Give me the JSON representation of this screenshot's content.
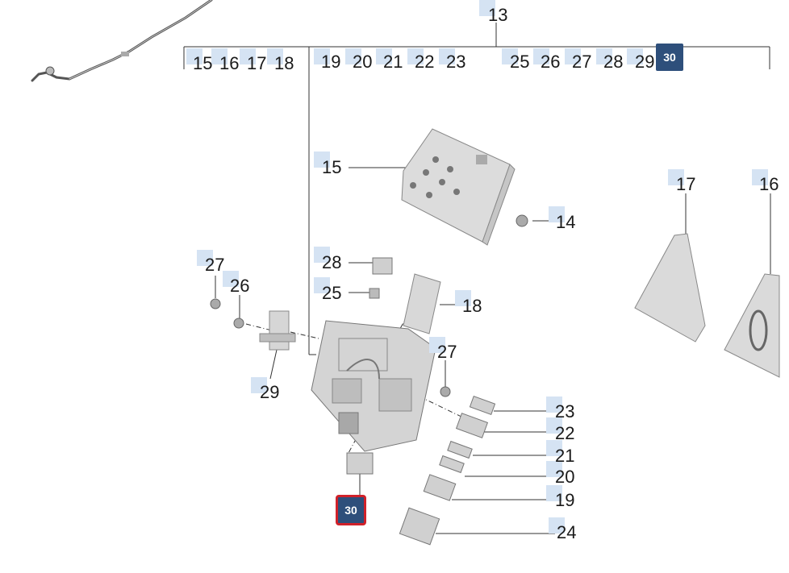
{
  "diagram": {
    "labels": {
      "top_13": "13",
      "top_15": "15",
      "top_16": "16",
      "top_17": "17",
      "top_18": "18",
      "top_19": "19",
      "top_20": "20",
      "top_21": "21",
      "top_22": "22",
      "top_23": "23",
      "top_25": "25",
      "top_26": "26",
      "top_27": "27",
      "top_28": "28",
      "top_29": "29",
      "p15": "15",
      "p14": "14",
      "p17": "17",
      "p16": "16",
      "p27a": "27",
      "p26": "26",
      "p29": "29",
      "p28": "28",
      "p25": "25",
      "p18": "18",
      "p27b": "27",
      "p23": "23",
      "p22": "22",
      "p21": "21",
      "p20": "20",
      "p19": "19",
      "p24": "24"
    },
    "badges": {
      "top_30": "30",
      "bottom_30": "30"
    }
  }
}
